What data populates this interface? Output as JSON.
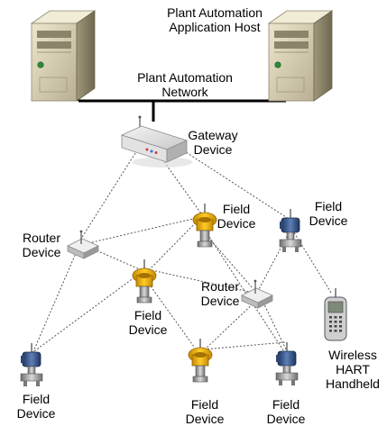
{
  "labels": {
    "app_host": [
      "Plant Automation",
      "Application Host"
    ],
    "network": [
      "Plant Automation",
      "Network"
    ],
    "gateway": [
      "Gateway",
      "Device"
    ],
    "router_left": [
      "Router",
      "Device"
    ],
    "router_mid": [
      "Router",
      "Device"
    ],
    "field_top_center": [
      "Field",
      "Device"
    ],
    "field_top_right": [
      "Field",
      "Device"
    ],
    "field_mid_left": [
      "Field",
      "Device"
    ],
    "field_bottom_left": [
      "Field",
      "Device"
    ],
    "field_bottom_center": [
      "Field",
      "Device"
    ],
    "field_bottom_right": [
      "Field",
      "Device"
    ],
    "handheld": [
      "Wireless",
      "HART",
      "Handheld"
    ]
  },
  "icons": {
    "server_left": "server-icon",
    "server_right": "server-icon",
    "gateway": "gateway-device-icon",
    "router_left": "router-device-icon",
    "router_mid": "router-device-icon",
    "field_yellow": "field-transmitter-yellow-icon",
    "field_blue": "field-transmitter-blue-icon",
    "handheld": "wireless-handheld-icon"
  },
  "colors": {
    "network_line": "#000000",
    "mesh_line": "#555555",
    "server_body": "#d9d2b4",
    "transmitter_yellow": "#f2b400",
    "transmitter_blue": "#3a5a8c"
  }
}
